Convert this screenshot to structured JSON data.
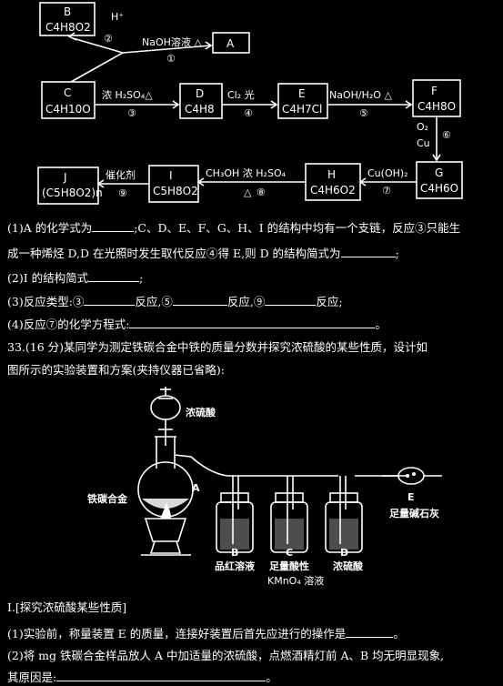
{
  "scheme": {
    "B_label": "B",
    "B_formula": "C4H8O2",
    "A_label": "A",
    "C_label": "C",
    "C_formula": "C4H10O",
    "D_label": "D",
    "D_formula": "C4H8",
    "E_label": "E",
    "E_formula": "C4H7Cl",
    "F_label": "F",
    "F_formula": "C4H8O",
    "G_label": "G",
    "G_formula": "C4H6O",
    "H_label": "H",
    "H_formula": "C4H6O2",
    "I_label": "I",
    "I_formula": "C5H8O2",
    "J_label": "J",
    "J_formula": "(C5H8O2)n",
    "r2_reagent": "H⁺",
    "r2_num": "②",
    "r1_reagent": "NaOH溶液 △",
    "r1_num": "①",
    "r3_reagent": "浓 H₂SO₄△",
    "r3_num": "③",
    "r4_reagent": "Cl₂  光",
    "r4_num": "④",
    "r5_reagent": "NaOH/H₂O △",
    "r5_num": "⑤",
    "r6_reagent_top": "O₂",
    "r6_reagent_bot": "Cu",
    "r6_num": "⑥",
    "r7_reagent": "Cu(OH)₂",
    "r7_num": "⑦",
    "r8_reagent": "CH₃OH  浓 H₂SO₄",
    "r8_num": "⑧",
    "r9_reagent": "催化剂",
    "r9_num": "⑨"
  },
  "questions": {
    "q1_a": "(1)A 的化学式为",
    "q1_b": ";C、D、E、F、G、H、I 的结构中均有一个支链，反应③只能生",
    "q1_c": "成一种烯烃 D,D 在光照时发生取代反应④得 E,则 D 的结构简式为",
    "q1_end": ";",
    "q2": "(2)I 的结构简式",
    "q2_end": ";",
    "q3_a": "(3)反应类型:③",
    "q3_b": "反应,⑤",
    "q3_c": "反应,⑨",
    "q3_d": "反应;",
    "q4": "(4)反应⑦的化学方程式:",
    "q4_end": "。",
    "p33_a": "33.(16 分)某同学为测定铁碳合金中铁的质量分数并探究浓硫酸的某些性质，设计如",
    "p33_b": "图所示的实验装置和方案(夹持仪器已省略):"
  },
  "apparatus": {
    "acid_label": "浓硫酸",
    "alloy_label": "铁碳合金",
    "A_label": "A",
    "B_label": "B",
    "B_desc": "品红溶液",
    "C_label": "C",
    "C_desc": "足量酸性",
    "C_desc2": "KMnO₄ 溶液",
    "D_label": "D",
    "D_desc": "浓硫酸",
    "E_label": "E",
    "E_desc": "足量碱石灰"
  },
  "part1": {
    "heading": "Ⅰ.[探究浓硫酸某些性质]",
    "s1": "(1)实验前，称量装置 E 的质量，连接好装置后首先应进行的操作是",
    "s1_end": "。",
    "s2_a": "(2)将 mg 铁碳合金样品放人 A 中加适量的浓硫酸，点燃酒精灯前 A、B 均无明显现象,",
    "s2_b": "其原因是:",
    "s2_end": "。"
  }
}
